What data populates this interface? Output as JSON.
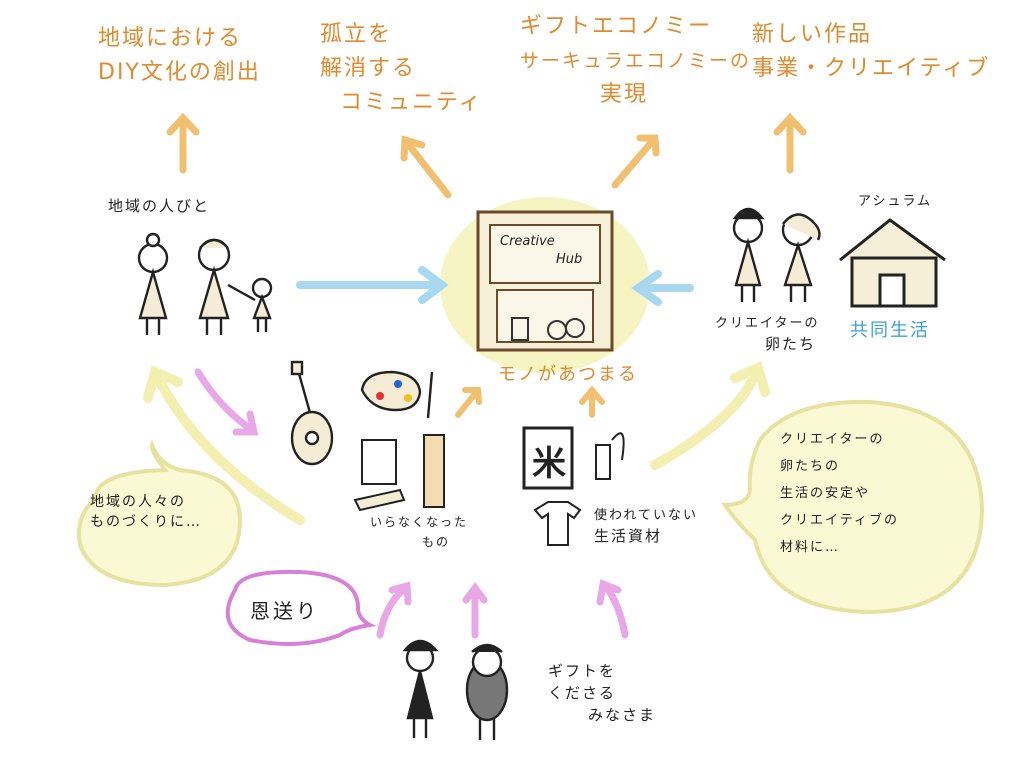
{
  "goals": {
    "diy": [
      "地域における",
      "DIY文化の創出"
    ],
    "isolation": [
      "孤立を",
      "解消する",
      "コミュニティ"
    ],
    "gift": [
      "ギフトエコノミー",
      "サーキュラエコノミーの",
      "実現"
    ],
    "works": [
      "新しい作品",
      "事業・クリエイティブ"
    ]
  },
  "local_people_label": "地域の人びと",
  "hub": {
    "title_line1": "Creative",
    "title_line2": "Hub",
    "caption": "モノがあつまる"
  },
  "atelier_label": "アシュラム",
  "coliving_label": "共同生活",
  "creators_label": [
    "クリエイターの",
    "卵たち"
  ],
  "unused_items_label": [
    "いらなくなった",
    "もの"
  ],
  "unused_resources_label": [
    "使われていない",
    "生活資材"
  ],
  "bubble_left": [
    "地域の人々の",
    "ものづくりに…"
  ],
  "bubble_right": [
    "クリエイターの",
    "卵たちの",
    "生活の安定や",
    "クリエイティブの",
    "材料に…"
  ],
  "pay_forward": "恩送り",
  "donors_label": [
    "ギフトを",
    "くださる",
    "みなさま"
  ],
  "rice_symbol": "米",
  "colors": {
    "orange": "#e08a2e",
    "blue": "#3aa0d8",
    "pink": "#d070d0",
    "yellow": "#f2efb0",
    "arrow_orange": "#f0c070"
  }
}
